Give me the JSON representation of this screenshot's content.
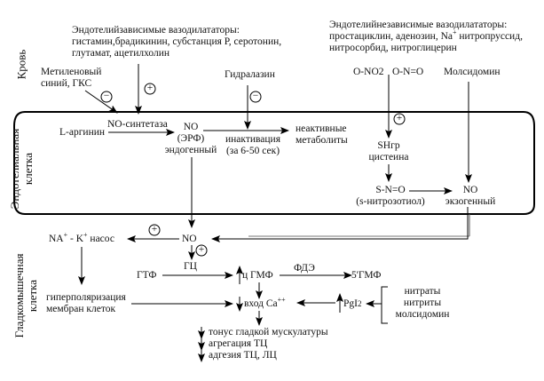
{
  "zones": {
    "blood": "Кровь",
    "endothelial_line1": "Эндотелиальная",
    "endothelial_line2": "клетка",
    "smooth_line1": "Гладкомышечная",
    "smooth_line2": "клетка"
  },
  "blood": {
    "dependent_title": "Эндотелийзависимые вазодилататоры:",
    "dependent_line2": "гистамин,брадикинин, субстанция Р, серотонин,",
    "dependent_line3": "глутамат, ацетилхолин",
    "independent_title": "Эндотелийнезависимые вазодилататоры:",
    "independent_line2a": "простациклин, аденозин, Na",
    "independent_line2_sup": "+",
    "independent_line2b": " нитропруссид,",
    "independent_line3": "нитросорбид, нитроглицерин",
    "methylene_line1": "Метиленовый",
    "methylene_line2": "синий, ГКС",
    "hydralazine": "Гидралазин",
    "o_no2": "O-NO2",
    "o_n_o": "O-N=O",
    "molsidomine": "Молсидомин"
  },
  "endothelium": {
    "l_arginine": "L-аргинин",
    "no_synthase": "NO-синтетаза",
    "no_endo_line1": "NO",
    "no_endo_line2": "(ЭРФ)",
    "no_endo_line3": "эндогенный",
    "inactivation_line1": "инактивация",
    "inactivation_line2": "(за 6-50 сек)",
    "inactive_line1": "неактивные",
    "inactive_line2": "метаболиты",
    "sh_line1": "SHгр",
    "sh_line2": "цистеина",
    "sno_line1": "S-N=O",
    "sno_line2": "(s-нитрозотиол)",
    "no_exo_line1": "NO",
    "no_exo_line2": "экзогенный"
  },
  "smooth_muscle": {
    "na_k_a": "NA",
    "na_k_b": " - K",
    "na_k_c": " насос",
    "plus_sup": "+",
    "no": "NO",
    "gc": "ГЦ",
    "gtf": "ГТФ",
    "cgmp": "ц ГМФ",
    "pde": "ФДЭ",
    "gmp5": "5'ГМФ",
    "hyperpol_line1": "гиперполяризация",
    "hyperpol_line2": "мембран клеток",
    "ca_entry": "вход Ca",
    "ca_sup": "++",
    "pgi2": "PgI",
    "pgi2_sub": "2",
    "nitrates": "нитраты",
    "nitrites": "нитриты",
    "molsidomine": "молсидомин",
    "out1": "тонус гладкой мускулатуры",
    "out2": "агрегация ТЦ",
    "out3": "адгезия ТЦ, ЛЦ"
  },
  "signs": {
    "plus": "+",
    "minus": "−"
  }
}
